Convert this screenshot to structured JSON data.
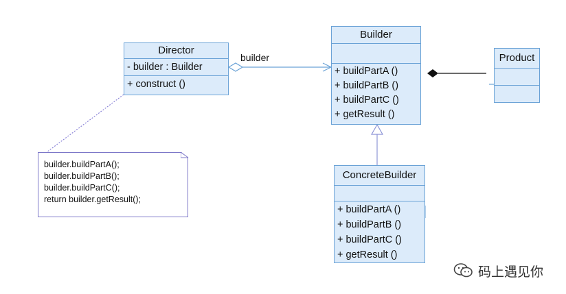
{
  "director": {
    "title": "Director",
    "attribute": "- builder : Builder",
    "operations": [
      "+ construct ()"
    ]
  },
  "builder": {
    "title": "Builder",
    "operations": [
      "+ buildPartA ()",
      "+ buildPartB ()",
      "+ buildPartC ()",
      "+ getResult ()"
    ]
  },
  "product": {
    "title": "Product"
  },
  "concrete_builder": {
    "title": "ConcreteBuilder",
    "operations": [
      "+ buildPartA ()",
      "+ buildPartB ()",
      "+ buildPartC ()",
      "+ getResult ()"
    ]
  },
  "association_label": "builder",
  "note": {
    "lines": [
      "builder.buildPartA();",
      "builder.buildPartB();",
      "builder.buildPartC();",
      "return builder.getResult();"
    ]
  },
  "watermark": "码上遇见你",
  "colors": {
    "class_fill": "#dcebfa",
    "class_border": "#6aa2d6",
    "note_border": "#7c77c8"
  }
}
